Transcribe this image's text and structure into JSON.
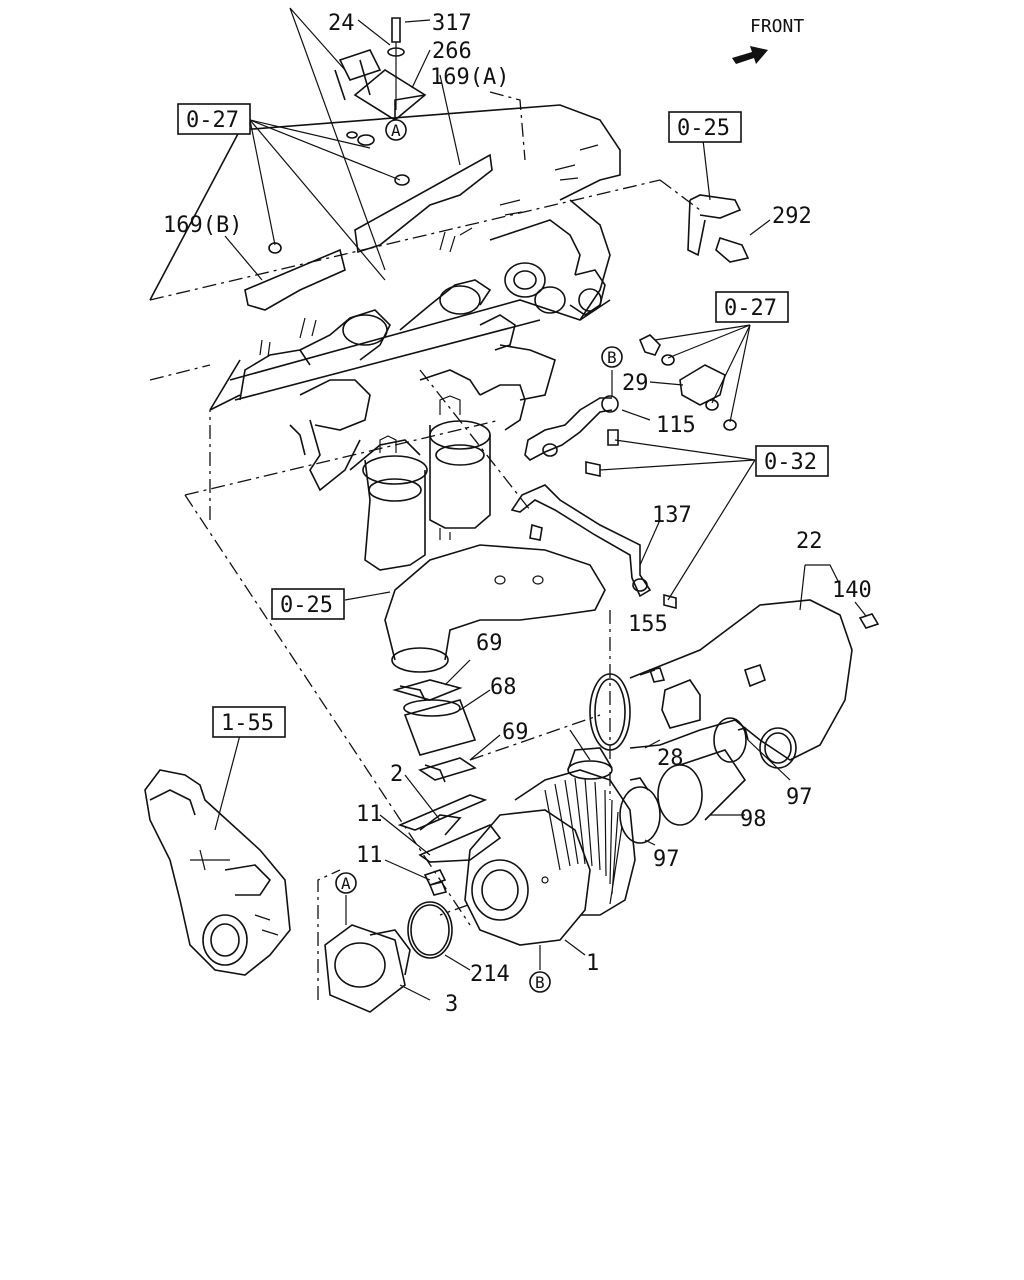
{
  "front_label": "FRONT",
  "ref_boxes": {
    "r027_top": "0-27",
    "r025_top": "0-25",
    "r027_mid": "0-27",
    "r032": "0-32",
    "r025_left": "0-25",
    "r155": "1-55"
  },
  "part_labels": {
    "p24": "24",
    "p317": "317",
    "p266": "266",
    "p169a": "169(A)",
    "p169b": "169(B)",
    "p292": "292",
    "p29": "29",
    "p115": "115",
    "p137": "137",
    "p22": "22",
    "p140": "140",
    "p155": "155",
    "p69a": "69",
    "p68": "68",
    "p69b": "69",
    "p2": "2",
    "p28": "28",
    "p97a": "97",
    "p98": "98",
    "p97b": "97",
    "p11a": "11",
    "p11b": "11",
    "p214": "214",
    "p1": "1",
    "p3": "3"
  },
  "circle_markers": {
    "a_top": "A",
    "b_mid": "B",
    "a_bottom": "A",
    "b_bottom": "B"
  }
}
